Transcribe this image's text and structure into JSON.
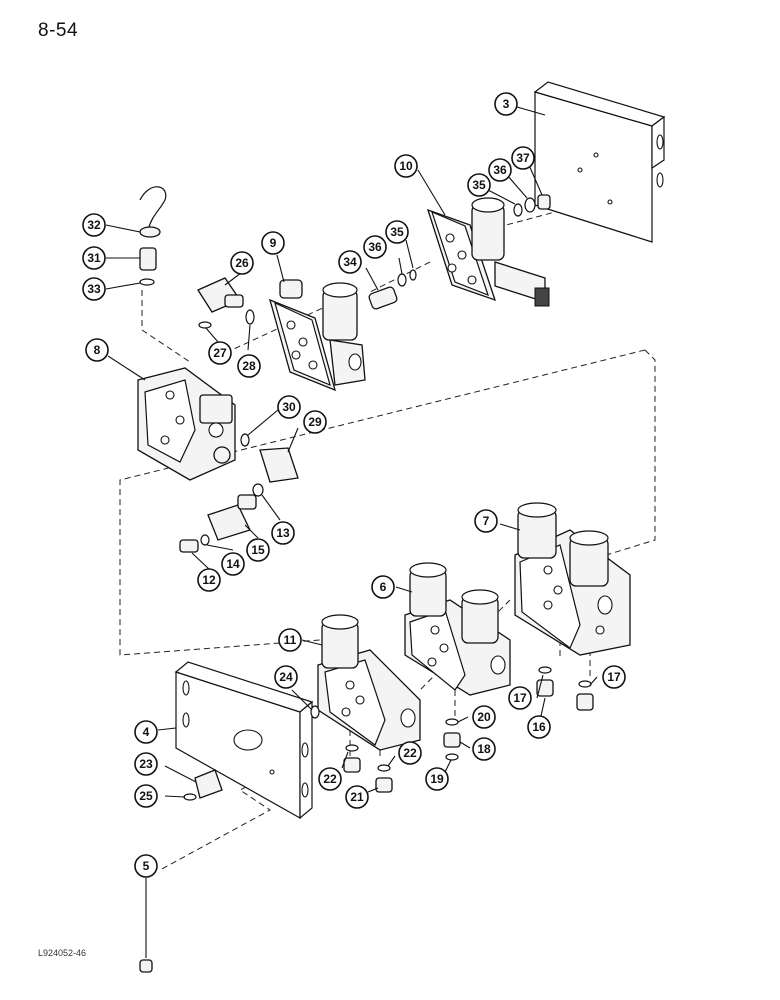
{
  "page": {
    "page_number": "8-54",
    "figure_code": "L924052-46"
  },
  "callouts": [
    {
      "id": "c3",
      "label": "3"
    },
    {
      "id": "c10",
      "label": "10"
    },
    {
      "id": "c37",
      "label": "37"
    },
    {
      "id": "c36a",
      "label": "36"
    },
    {
      "id": "c35a",
      "label": "35"
    },
    {
      "id": "c32",
      "label": "32"
    },
    {
      "id": "c31",
      "label": "31"
    },
    {
      "id": "c33",
      "label": "33"
    },
    {
      "id": "c26",
      "label": "26"
    },
    {
      "id": "c9",
      "label": "9"
    },
    {
      "id": "c34",
      "label": "34"
    },
    {
      "id": "c36b",
      "label": "36"
    },
    {
      "id": "c35b",
      "label": "35"
    },
    {
      "id": "c27",
      "label": "27"
    },
    {
      "id": "c28",
      "label": "28"
    },
    {
      "id": "c8",
      "label": "8"
    },
    {
      "id": "c30",
      "label": "30"
    },
    {
      "id": "c29",
      "label": "29"
    },
    {
      "id": "c13",
      "label": "13"
    },
    {
      "id": "c15",
      "label": "15"
    },
    {
      "id": "c14",
      "label": "14"
    },
    {
      "id": "c12",
      "label": "12"
    },
    {
      "id": "c7",
      "label": "7"
    },
    {
      "id": "c6",
      "label": "6"
    },
    {
      "id": "c11",
      "label": "11"
    },
    {
      "id": "c24",
      "label": "24"
    },
    {
      "id": "c4",
      "label": "4"
    },
    {
      "id": "c17a",
      "label": "17"
    },
    {
      "id": "c17b",
      "label": "17"
    },
    {
      "id": "c16",
      "label": "16"
    },
    {
      "id": "c20",
      "label": "20"
    },
    {
      "id": "c18",
      "label": "18"
    },
    {
      "id": "c22a",
      "label": "22"
    },
    {
      "id": "c22b",
      "label": "22"
    },
    {
      "id": "c21",
      "label": "21"
    },
    {
      "id": "c19",
      "label": "19"
    },
    {
      "id": "c23",
      "label": "23"
    },
    {
      "id": "c25",
      "label": "25"
    },
    {
      "id": "c5",
      "label": "5"
    }
  ]
}
